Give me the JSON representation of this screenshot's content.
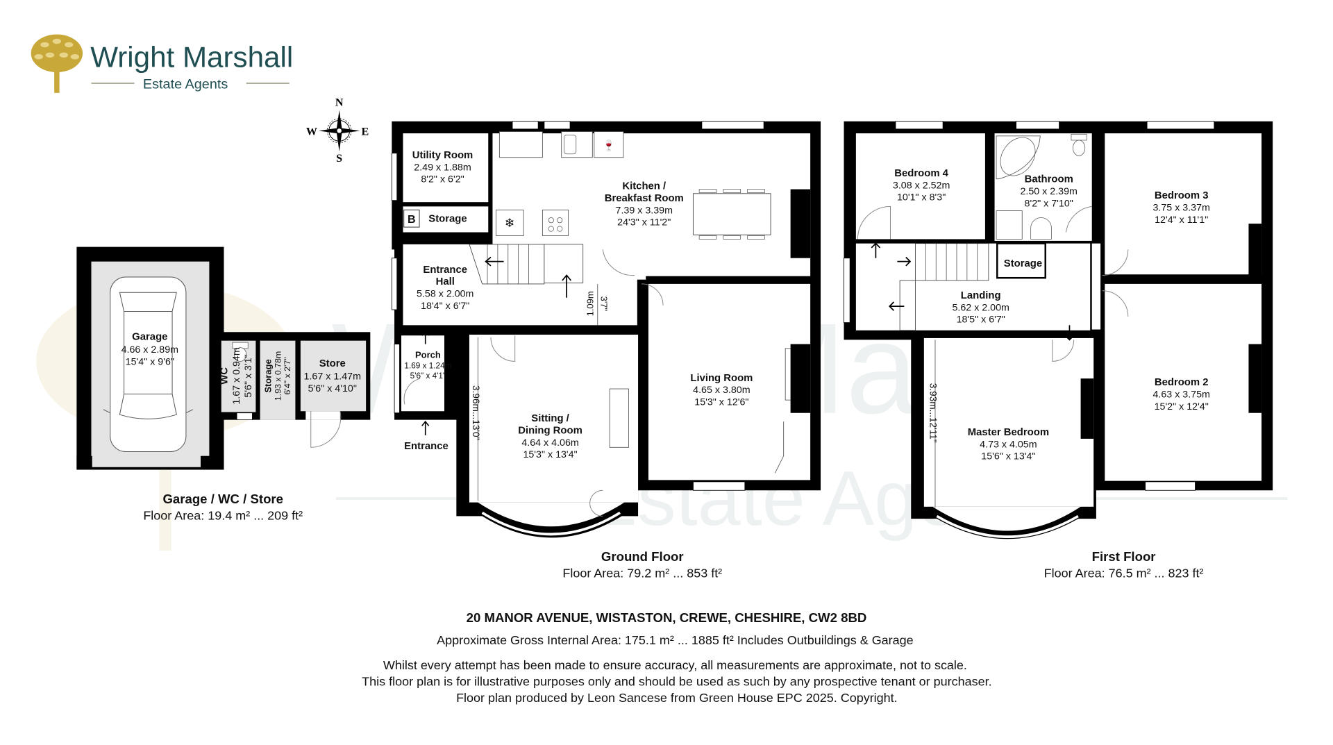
{
  "brand": {
    "name": "Wright Marshall",
    "tagline": "Estate Agents",
    "colors": {
      "primary": "#1f4e52",
      "gold": "#c9a83a",
      "tagline_rule": "#9aa58c"
    }
  },
  "compass": {
    "n": "N",
    "s": "S",
    "e": "E",
    "w": "W"
  },
  "outbuildings": {
    "title": "Garage / WC / Store",
    "area": "Floor Area: 19.4 m² ... 209 ft²",
    "rooms": [
      {
        "name": "Garage",
        "metric": "4.66 x 2.89m",
        "imperial": "15'4\" x 9'6\""
      },
      {
        "name": "WC",
        "metric": "1.67 x 0.94m",
        "imperial": "5'6\" x 3'1\""
      },
      {
        "name": "Storage",
        "metric": "1.93 x 0.78m",
        "imperial": "6'4\" x 2'7\""
      },
      {
        "name": "Store",
        "metric": "1.67 x 1.47m",
        "imperial": "5'6\" x 4'10\""
      }
    ]
  },
  "ground_floor": {
    "title": "Ground Floor",
    "area": "Floor Area: 79.2 m² ... 853 ft²",
    "rooms": [
      {
        "name": "Utility Room",
        "metric": "2.49 x 1.88m",
        "imperial": "8'2\" x 6'2\""
      },
      {
        "name": "Storage",
        "badge": "B"
      },
      {
        "name_line1": "Kitchen /",
        "name_line2": "Breakfast Room",
        "metric": "7.39 x 3.39m",
        "imperial": "24'3\" x 11'2\""
      },
      {
        "name_line1": "Entrance",
        "name_line2": "Hall",
        "metric": "5.58 x 2.00m",
        "imperial": "18'4\" x 6'7\""
      },
      {
        "name": "Porch",
        "metric": "1.69 x 1.24m",
        "imperial": "5'6\" x 4'1\""
      },
      {
        "name_line1": "Sitting /",
        "name_line2": "Dining Room",
        "metric": "4.64 x 4.06m",
        "imperial": "15'3\" x 13'4\""
      },
      {
        "name": "Living Room",
        "metric": "4.65 x 3.80m",
        "imperial": "15'3\" x 12'6\""
      }
    ],
    "entrance_label": "Entrance",
    "hall_width_metric": "1.09m",
    "hall_width_imperial": "3'7\"",
    "sitting_depth": "3.96m...13'0\""
  },
  "first_floor": {
    "title": "First Floor",
    "area": "Floor Area: 76.5 m² ... 823 ft²",
    "rooms": [
      {
        "name": "Bedroom 4",
        "metric": "3.08 x 2.52m",
        "imperial": "10'1\" x 8'3\""
      },
      {
        "name": "Bathroom",
        "metric": "2.50 x 2.39m",
        "imperial": "8'2\" x 7'10\""
      },
      {
        "name": "Bedroom 3",
        "metric": "3.75 x 3.37m",
        "imperial": "12'4\" x 11'1\""
      },
      {
        "name": "Storage"
      },
      {
        "name": "Landing",
        "metric": "5.62 x 2.00m",
        "imperial": "18'5\" x 6'7\""
      },
      {
        "name": "Master Bedroom",
        "metric": "4.73 x 4.05m",
        "imperial": "15'6\" x 13'4\""
      },
      {
        "name": "Bedroom 2",
        "metric": "4.63 x 3.75m",
        "imperial": "15'2\" x 12'4\""
      }
    ],
    "master_depth": "3.93m...12'11\""
  },
  "footer": {
    "address": "20 MANOR AVENUE, WISTASTON, CREWE, CHESHIRE, CW2 8BD",
    "gross_area": "Approximate Gross Internal Area: 175.1 m² ... 1885 ft² Includes Outbuildings & Garage",
    "disclaimer_1": "Whilst every attempt has been made to ensure accuracy, all measurements are approximate, not to scale.",
    "disclaimer_2": "This floor plan is for illustrative purposes only and should be used as such by any prospective tenant or purchaser.",
    "disclaimer_3": "Floor plan produced by Leon Sancese from Green House EPC 2025. Copyright."
  }
}
